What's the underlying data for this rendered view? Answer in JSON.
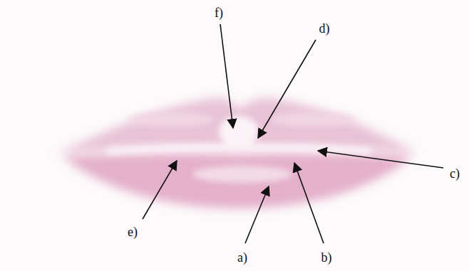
{
  "diagram": {
    "labels": [
      "f)",
      "d)",
      "c)",
      "e)",
      "a)",
      "b)"
    ]
  }
}
